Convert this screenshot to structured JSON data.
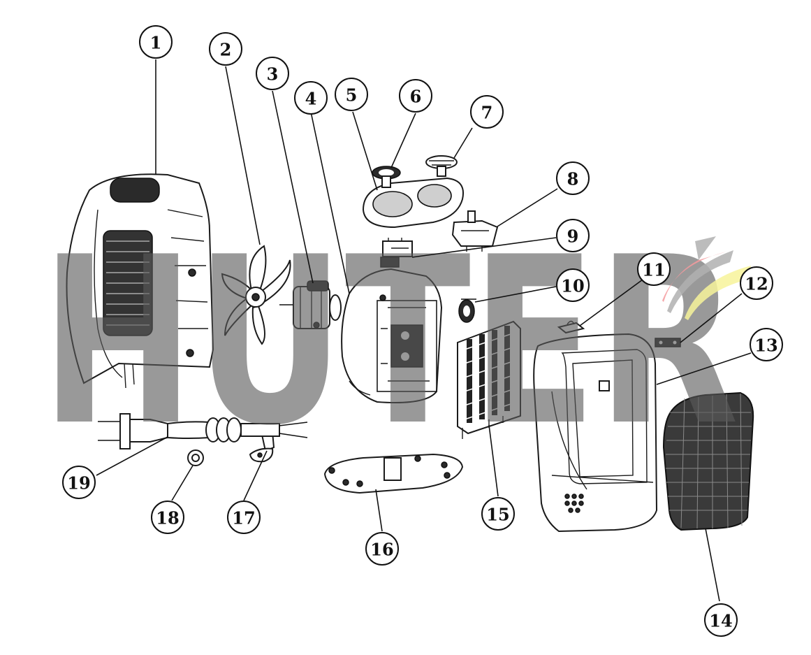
{
  "watermark": {
    "text": "HUTER",
    "logo_colors": [
      "#f49a9e",
      "#f7f39a",
      "#b0b0b0"
    ]
  },
  "callouts": [
    {
      "id": 1,
      "label": "1"
    },
    {
      "id": 2,
      "label": "2"
    },
    {
      "id": 3,
      "label": "3"
    },
    {
      "id": 4,
      "label": "4"
    },
    {
      "id": 5,
      "label": "5"
    },
    {
      "id": 6,
      "label": "6"
    },
    {
      "id": 7,
      "label": "7"
    },
    {
      "id": 8,
      "label": "8"
    },
    {
      "id": 9,
      "label": "9"
    },
    {
      "id": 10,
      "label": "10"
    },
    {
      "id": 11,
      "label": "11"
    },
    {
      "id": 12,
      "label": "12"
    },
    {
      "id": 13,
      "label": "13"
    },
    {
      "id": 14,
      "label": "14"
    },
    {
      "id": 15,
      "label": "15"
    },
    {
      "id": 16,
      "label": "16"
    },
    {
      "id": 17,
      "label": "17"
    },
    {
      "id": 18,
      "label": "18"
    },
    {
      "id": 19,
      "label": "19"
    }
  ]
}
